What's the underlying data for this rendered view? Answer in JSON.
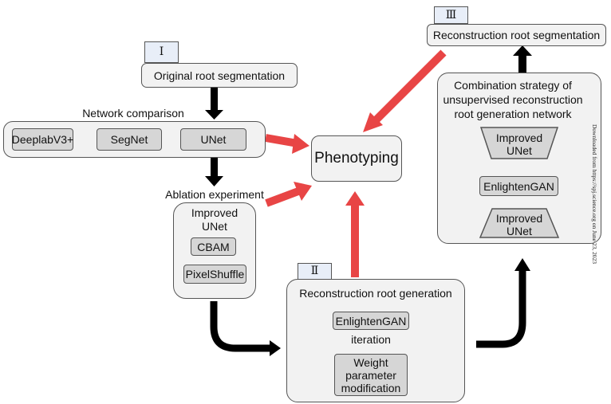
{
  "stage_labels": {
    "one": "Ⅰ",
    "two": "Ⅱ",
    "three": "Ⅲ"
  },
  "original_segmentation": "Original root segmentation",
  "network_comparison": {
    "title": "Network comparison",
    "models": [
      "DeeplabV3+",
      "SegNet",
      "UNet"
    ]
  },
  "ablation": {
    "title": "Ablation experiment",
    "model_line1": "Improved",
    "model_line2": "UNet",
    "modules": [
      "CBAM",
      "PixelShuffle"
    ]
  },
  "phenotyping": "Phenotyping",
  "reconstruction_generation": {
    "title": "Reconstruction root generation",
    "gan": "EnlightenGAN",
    "iteration": "iteration",
    "weight_line1": "Weight",
    "weight_line2": "parameter",
    "weight_line3": "modification"
  },
  "reconstruction_segmentation": "Reconstruction root segmentation",
  "combination": {
    "title_line1": "Combination strategy of",
    "title_line2": "unsupervised reconstruction",
    "title_line3": "root generation network",
    "top_model_line1": "Improved",
    "top_model_line2": "UNet",
    "gan": "EnlightenGAN",
    "bottom_model_line1": "Improved",
    "bottom_model_line2": "UNet"
  },
  "watermark": "Downloaded from https://spj.science.org on June 23, 2023",
  "colors": {
    "red_arrow": "#e84545",
    "black_arrow": "#000000",
    "cycle_arrow": "#f2b705",
    "box_fill": "#f2f2f2",
    "module_fill": "#d6d6d6"
  }
}
